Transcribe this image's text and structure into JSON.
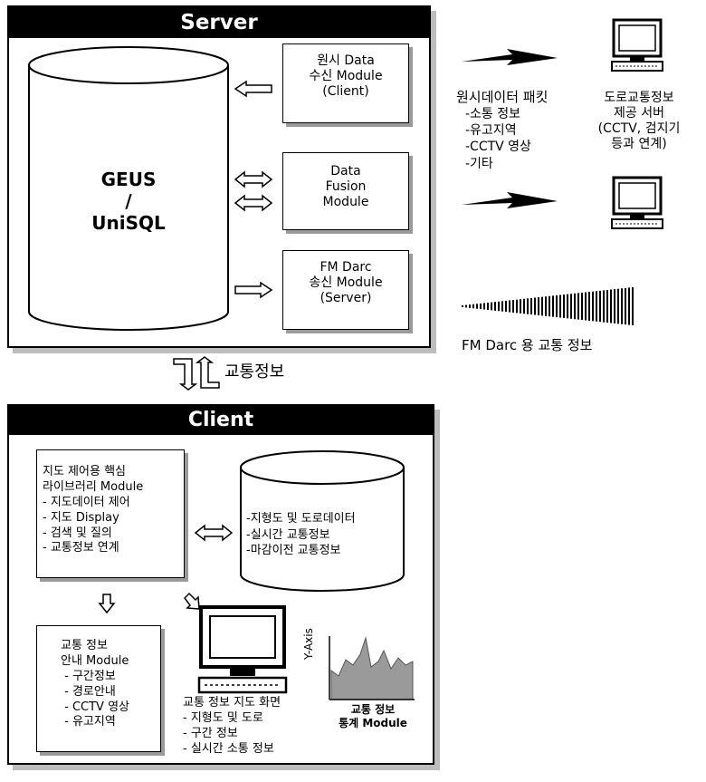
{
  "server": {
    "title": "Server",
    "db_label": "GEUS\n/\nUniSQL",
    "modules": {
      "receive": "원시 Data\n수신 Module\n(Client)",
      "fusion": "Data\nFusion\nModule",
      "fm_send": "FM Darc\n송신 Module\n(Server)"
    }
  },
  "external": {
    "packet_title": "원시데이터 패킷",
    "packet_items": "-소통 정보\n-유고지역\n-CCTV 영상\n-기타",
    "provider_server": "도로교통정보\n제공 서버\n(CCTV, 검지기\n등과 연계)",
    "fm_darc_label": "FM Darc 용 교통 정보"
  },
  "link_label": "교통정보",
  "client": {
    "title": "Client",
    "core_library": "지도 제어용 핵심\n라이브러리 Module\n- 지도데이터 제어\n- 지도 Display\n- 검색 및 질의\n- 교통정보 연계",
    "client_db": "-지형도 및 도로데이터\n-실시간 교통정보\n-마감이전 교통정보",
    "guide_module": "교통 정보\n안내 Module\n - 구간정보\n - 경로안내\n - CCTV 영상\n - 유고지역",
    "map_screen": "교통 정보 지도 화면\n- 지형도 및 도로\n- 구간 정보\n- 실시간 소통 정보",
    "y_axis": "Y-Axis",
    "stats_module": "교통 정보\n통계 Module"
  },
  "colors": {
    "frame": "#000000",
    "shadow": "#bdbdbd",
    "chart_fill": "#9a9a9a"
  }
}
